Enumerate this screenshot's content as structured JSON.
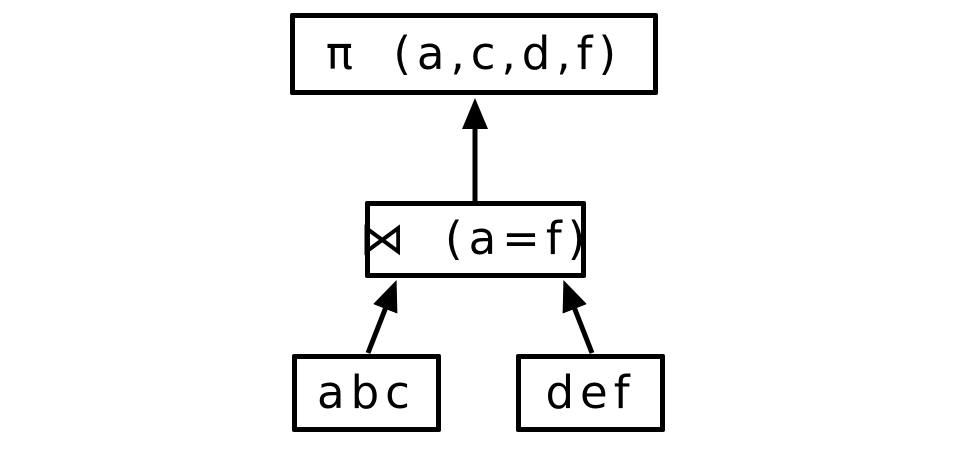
{
  "diagram": {
    "kind": "query-plan-tree",
    "colors": {
      "foreground": "#000000",
      "background": "#ffffff"
    },
    "nodes": {
      "projection": {
        "label": "π (a,c,d,f)"
      },
      "join": {
        "label": "⋈ (a=f)"
      },
      "left_relation": {
        "label": "abc"
      },
      "right_relation": {
        "label": "def"
      }
    },
    "edges": [
      {
        "from": "join",
        "to": "projection"
      },
      {
        "from": "left_relation",
        "to": "join"
      },
      {
        "from": "right_relation",
        "to": "join"
      }
    ]
  }
}
